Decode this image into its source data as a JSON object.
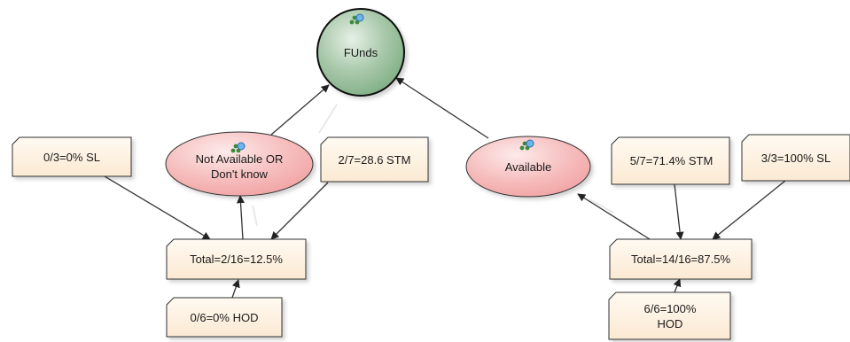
{
  "colors": {
    "goal_fill": "#7fae83",
    "option_fill": "#f1a3a3",
    "note_fill": "#fff3e0",
    "line": "#333333"
  },
  "nodes": {
    "funds": {
      "label": "FUnds",
      "icon": "network-magnifier-icon"
    },
    "not_available": {
      "label": "Not Available OR Don't know",
      "icon": "network-magnifier-icon"
    },
    "available": {
      "label": "Available",
      "icon": "network-magnifier-icon"
    }
  },
  "notes": {
    "sl_left": "0/3=0% SL",
    "stm_left": "2/7=28.6 STM",
    "total_left": "Total=2/16=12.5%",
    "hod_left": "0/6=0% HOD",
    "stm_right": "5/7=71.4% STM",
    "sl_right": "3/3=100% SL",
    "total_right": "Total=14/16=87.5%",
    "hod_right": "6/6=100% HOD"
  }
}
